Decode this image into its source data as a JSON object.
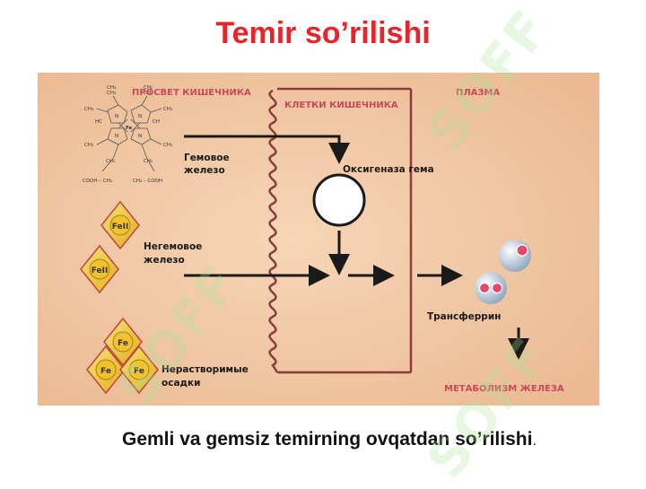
{
  "title": "Temir so’rilishi",
  "diagram": {
    "regions": {
      "lumen": "ПРОСВЕТ КИШЕЧНИКА",
      "cells": "КЛЕТКИ КИШЕЧНИКА",
      "plasma": "ПЛАЗМА",
      "metabolism": "МЕТАБОЛИЗМ ЖЕЛЕЗА"
    },
    "labels": {
      "heme_iron_1": "Гемовое",
      "heme_iron_2": "железо",
      "nonheme_iron_1": "Негемовое",
      "nonheme_iron_2": "железо",
      "insoluble_1": "Нерастворимые",
      "insoluble_2": "осадки",
      "heme_oxygenase": "Оксигеназа гема",
      "transferrin": "Трансферрин"
    },
    "ions": {
      "fe3": "FeII",
      "fe": "Fe"
    },
    "heme_molecule": {
      "ch3": "CH₃",
      "ch2": "CH₂",
      "ch": "CH",
      "hc": "HC",
      "n": "N",
      "fe": "Fe",
      "cooh_left": "COOH – CH₂",
      "cooh_right": "CH₂ – COOH"
    },
    "colors": {
      "background": "#f0c7a3",
      "membrane": "#8b3b3b",
      "arrow": "#1a1a1a",
      "ion_fill": "#f3d43c",
      "title": "#e8242a"
    }
  },
  "caption": {
    "text": "Gemli va gemsiz temirning ovqatdan so’rilishi",
    "dot": "."
  },
  "watermark": "SOFF"
}
